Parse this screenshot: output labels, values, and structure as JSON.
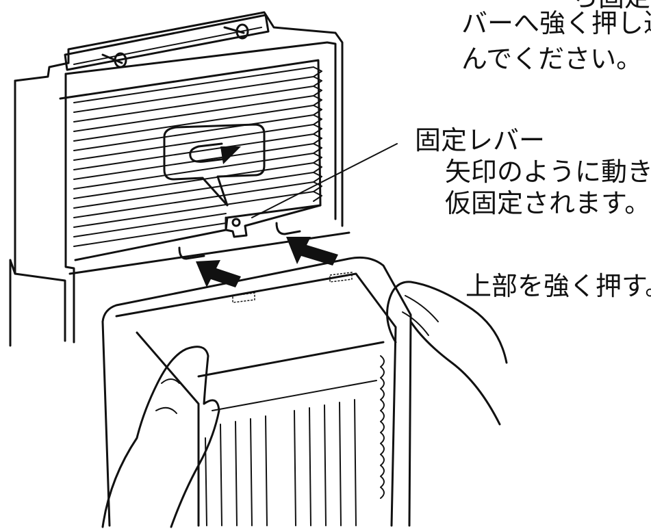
{
  "instructions": {
    "top_fragment": "ら固定",
    "top_line1": "バーへ強く押し込",
    "top_line2": "んでください。",
    "lever_title": "固定レバー",
    "lever_desc_line1": "矢印のように動き、",
    "lever_desc_line2": "仮固定されます。",
    "push_top": "上部を強く押す。"
  },
  "colors": {
    "ink": "#111111",
    "background": "#ffffff"
  }
}
